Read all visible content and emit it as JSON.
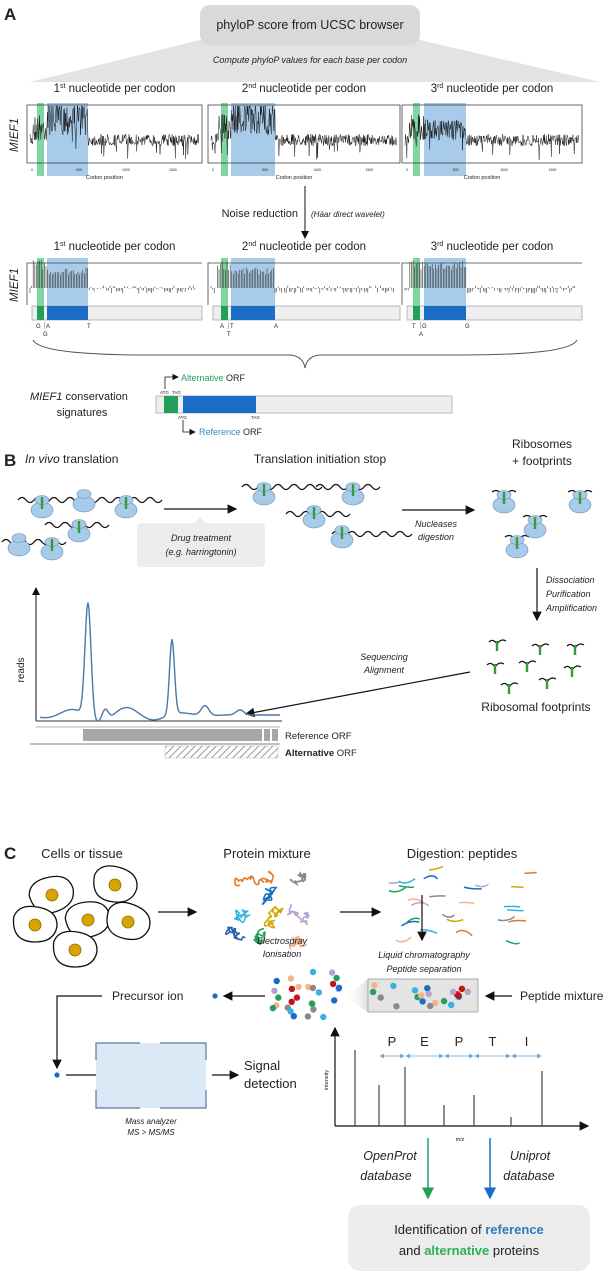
{
  "colors": {
    "green": "#22a05a",
    "light_green": "#7fd6a3",
    "blue": "#1a6cc4",
    "light_blue": "#a8cbea",
    "ref_text": "#3a8cc8",
    "box_gray": "#e6e6e6"
  },
  "panel_a": {
    "label": "A",
    "source": "phyloP score from UCSC browser",
    "compute": "Compute phyloP values for each base per codon",
    "gene": "MIEF1",
    "plots": [
      {
        "ord": "1",
        "sup": "st",
        "title": " nucleotide per codon",
        "codons": [
          "G",
          "A",
          "G",
          "T"
        ]
      },
      {
        "ord": "2",
        "sup": "nd",
        "title": " nucleotide per codon",
        "codons": [
          "A",
          "T",
          "T",
          "A"
        ]
      },
      {
        "ord": "3",
        "sup": "rd",
        "title": " nucleotide per codon",
        "codons": [
          "T",
          "G",
          "A",
          "G"
        ]
      }
    ],
    "xlabel": "Codon position",
    "xticks": [
      "0",
      "500",
      "1000",
      "1500"
    ],
    "noise_reduction": "Noise reduction",
    "wavelet": "(Häar direct wavelet)",
    "signature": {
      "gene": "MIEF1",
      "line1": " conservation",
      "line2": "signatures",
      "alt": "Alternative",
      "ref": "Reference",
      "orf": " ORF",
      "atg": "ATG",
      "tag": "TAG"
    }
  },
  "panel_b": {
    "label": "B",
    "in_vivo_italic": "In vivo",
    "in_vivo_rest": " translation",
    "initiation_stop": "Translation initiation stop",
    "ribosomes_1": "Ribosomes",
    "ribosomes_2": "+ footprints",
    "drug_1": "Drug treatment",
    "drug_2": "(e.g. harringtonin)",
    "nucleases_1": "Nucleases",
    "nucleases_2": "digestion",
    "dissociation": "Dissociation",
    "purification": "Purification",
    "amplification": "Amplification",
    "footprints": "Ribosomal footprints",
    "sequencing": "Sequencing",
    "alignment": "Alignment",
    "reads": "reads",
    "reference_orf": "Reference ORF",
    "alternative": "Alternative",
    "orf": " ORF"
  },
  "panel_c": {
    "label": "C",
    "cells": "Cells or tissue",
    "protein_mixture": "Protein mixture",
    "digestion": "Digestion: peptides",
    "electrospray_1": "Electrospray",
    "electrospray_2": "Ionisation",
    "lc_1": "Liquid chromatography",
    "lc_2": "Peptide separation",
    "precursor": "Precursor ion",
    "peptide_mixture": "Peptide mixture",
    "mass_analyzer_1": "Mass analyzer",
    "mass_analyzer_2": "MS > MS/MS",
    "signal_1": "Signal",
    "signal_2": "detection",
    "intensity": "intensity",
    "mz": "m/z",
    "peptide_letters": [
      "P",
      "E",
      "P",
      "T",
      "I"
    ],
    "openprot_1": "OpenProt",
    "uniprot_1": "Uniprot",
    "database": "database",
    "ident_1": "Identification of ",
    "ident_ref": "reference",
    "ident_and": "and ",
    "ident_alt": "alternative",
    "ident_end": " proteins"
  }
}
